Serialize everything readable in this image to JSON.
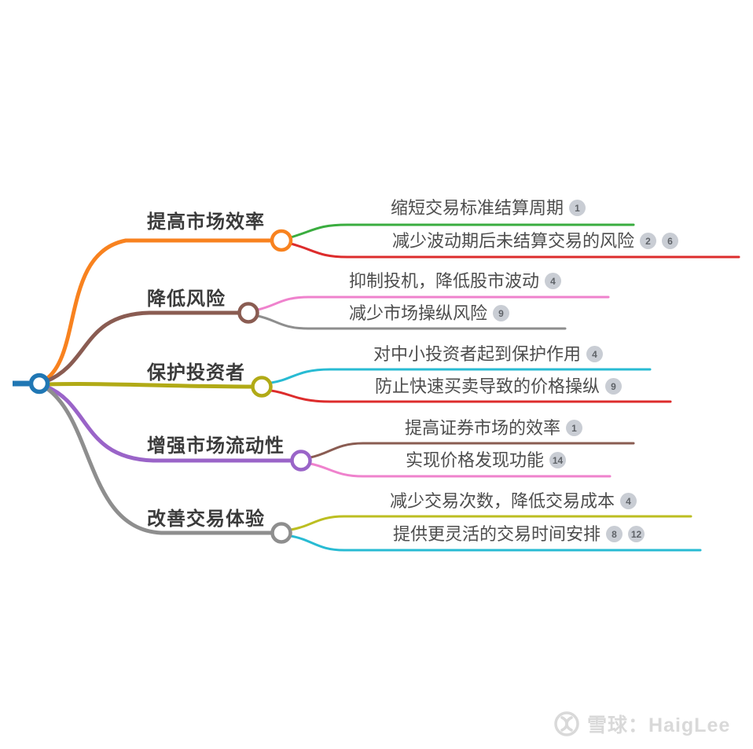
{
  "mindmap": {
    "root": {
      "color": "#2077b4"
    },
    "branches": [
      {
        "label": "提高市场效率",
        "color": "#f8821f",
        "children": [
          {
            "text": "缩短交易标准结算周期",
            "color": "#3aad3f",
            "badges": [
              "1"
            ]
          },
          {
            "text": "减少波动期后未结算交易的风险",
            "color": "#dd2c2c",
            "badges": [
              "2",
              "6"
            ]
          }
        ]
      },
      {
        "label": "降低风险",
        "color": "#8a5c52",
        "children": [
          {
            "text": "抑制投机，降低股市波动",
            "color": "#ef82cd",
            "badges": [
              "4"
            ]
          },
          {
            "text": "减少市场操纵风险",
            "color": "#8e8e8e",
            "badges": [
              "9"
            ]
          }
        ]
      },
      {
        "label": "保护投资者",
        "color": "#b1aa16",
        "children": [
          {
            "text": "对中小投资者起到保护作用",
            "color": "#28bbd3",
            "badges": [
              "4"
            ]
          },
          {
            "text": "防止快速买卖导致的价格操纵",
            "color": "#dd2c2c",
            "badges": [
              "9"
            ]
          }
        ]
      },
      {
        "label": "增强市场流动性",
        "color": "#9a64c8",
        "children": [
          {
            "text": "提高证券市场的效率",
            "color": "#8a5c52",
            "badges": [
              "1"
            ]
          },
          {
            "text": "实现价格发现功能",
            "color": "#ef82cd",
            "badges": [
              "14"
            ]
          }
        ]
      },
      {
        "label": "改善交易体验",
        "color": "#8e8e8e",
        "children": [
          {
            "text": "减少交易次数，降低交易成本",
            "color": "#bcbe21",
            "badges": [
              "4"
            ]
          },
          {
            "text": "提供更灵活的交易时间安排",
            "color": "#28bbd3",
            "badges": [
              "8",
              "12"
            ]
          }
        ]
      }
    ]
  },
  "watermark": {
    "text": "雪球：HaigLee"
  }
}
